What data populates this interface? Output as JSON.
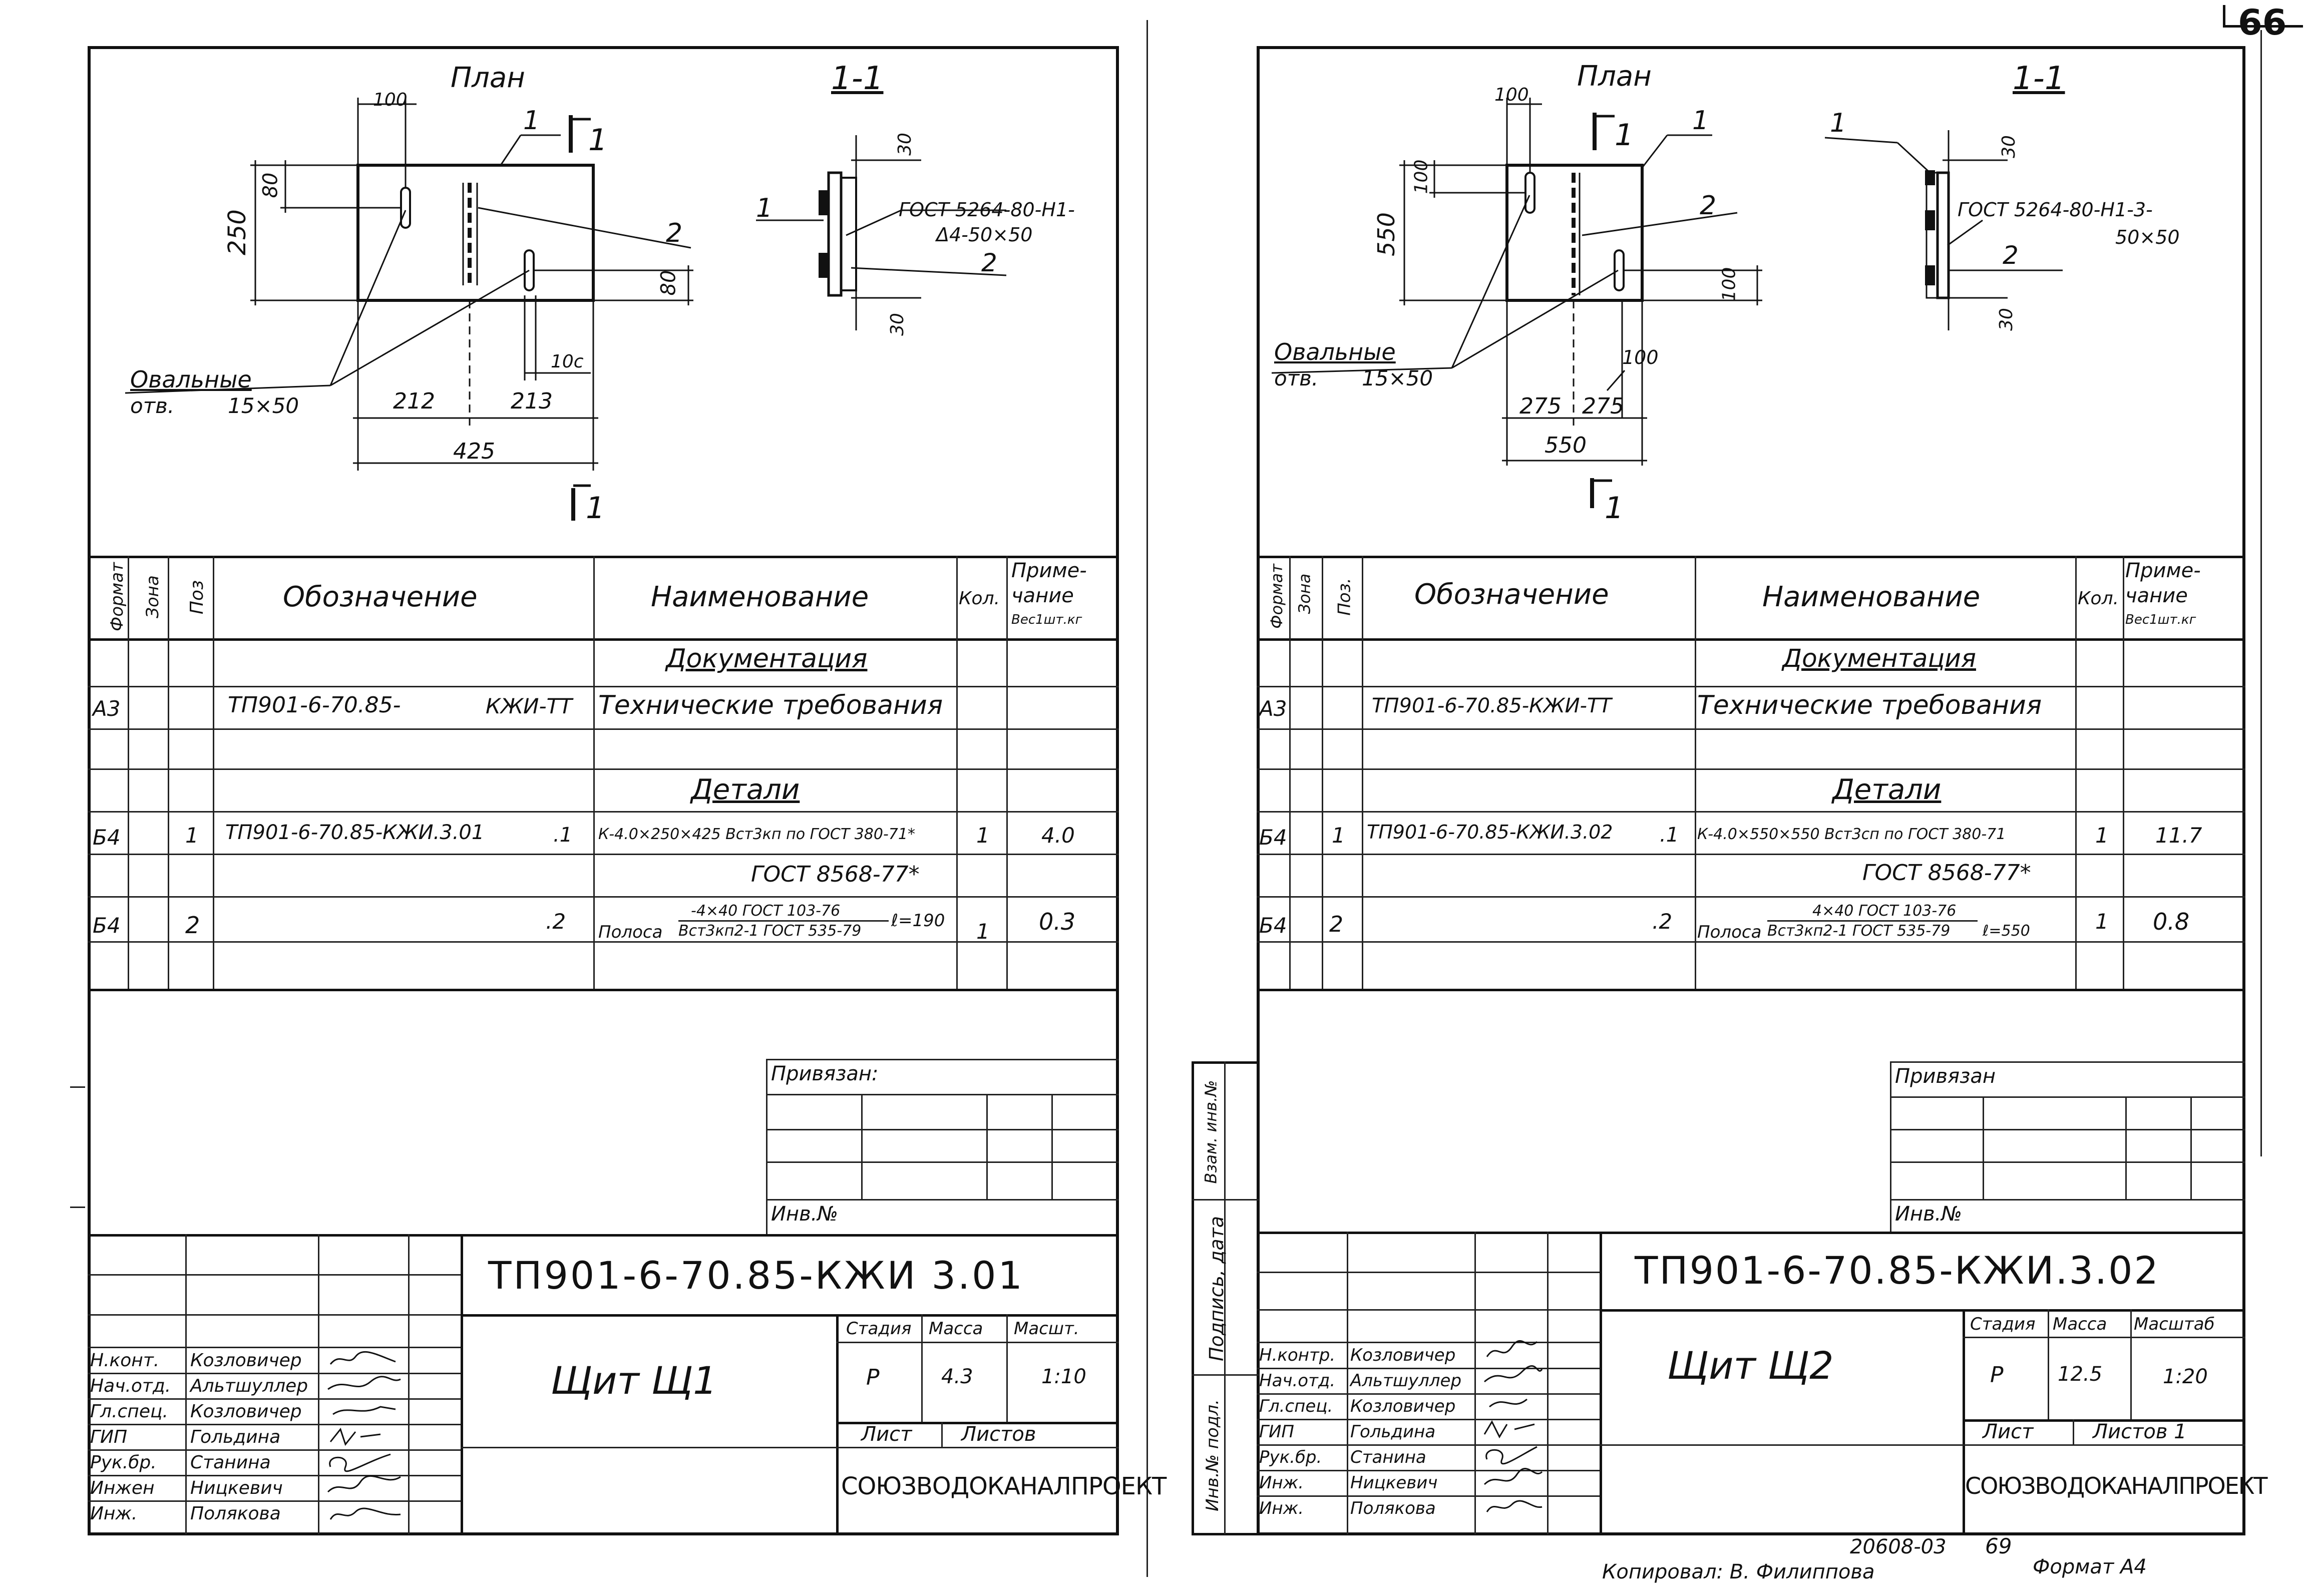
{
  "corner_mark": "66",
  "sheets": [
    {
      "drawing": {
        "plan_title": "План",
        "section_title": "1-1",
        "dims": {
          "d100": "100",
          "d80a": "80",
          "d250": "250",
          "d80b": "80",
          "d100c": "10c",
          "d212": "212",
          "d213": "213",
          "d425": "425",
          "d30a": "30",
          "d30b": "30"
        },
        "cut_mark": "1",
        "pos1": "1",
        "pos2": "2",
        "holes_label": "Овальные",
        "holes_label2": "отв.",
        "holes_size": "15×50",
        "weld_note1": "ГОСТ 5264-80-Н1-",
        "weld_note2": "Δ4-50×50"
      },
      "spec": {
        "headers": {
          "format": "Формат",
          "zone": "Зона",
          "pos": "Поз",
          "designation": "Обозначение",
          "name": "Наименование",
          "qty": "Кол.",
          "note1": "Приме-",
          "note2": "чание",
          "note3": "Вес1шт.кг"
        },
        "sections": {
          "docs": "Документация",
          "parts": "Детали"
        },
        "rows": [
          {
            "format": "А3",
            "pos": "",
            "designation": "ТП901-6-70.85-",
            "designation2": "КЖИ-ТТ",
            "name": "Технические требования",
            "qty": "",
            "note": ""
          },
          {
            "format": "Б4",
            "pos": "1",
            "designation": "ТП901-6-70.85-КЖИ.3.01",
            "designation2": ".1",
            "name": "К-4.0×250×425 Вст3кп по ГОСТ 380-71*",
            "name2": "ГОСТ 8568-77*",
            "qty": "1",
            "note": "4.0"
          },
          {
            "format": "Б4",
            "pos": "2",
            "designation": "",
            "designation2": ".2",
            "name_prefix": "Полоса",
            "name_top": "-4×40 ГОСТ 103-76",
            "name_bottom": "Вст3кп2-1 ГОСТ 535-79",
            "name_suffix": "ℓ=190",
            "qty": "1",
            "note": "0.3"
          }
        ]
      },
      "stamp": {
        "bound_label": "Привязан:",
        "inv_label": "Инв.№",
        "code": "ТП901-6-70.85-КЖИ 3.01",
        "title": "Щит Щ1",
        "stage_label": "Стадия",
        "mass_label": "Масса",
        "scale_label": "Масшт.",
        "stage": "Р",
        "mass": "4.3",
        "scale": "1:10",
        "sheet_label": "Лист",
        "sheets_label": "Листов",
        "org": "СОЮЗВОДОКАНАЛПРОЕКТ",
        "people": [
          {
            "role": "Н.конт.",
            "name": "Козловичер"
          },
          {
            "role": "Нач.отд.",
            "name": "Альтшуллер"
          },
          {
            "role": "Гл.спец.",
            "name": "Козловичер"
          },
          {
            "role": "ГИП",
            "name": "Гольдина"
          },
          {
            "role": "Рук.бр.",
            "name": "Станина"
          },
          {
            "role": "Инжен",
            "name": "Ницкевич"
          },
          {
            "role": "Инж.",
            "name": "Полякова"
          }
        ]
      }
    },
    {
      "drawing": {
        "plan_title": "План",
        "section_title": "1-1",
        "dims": {
          "d100": "100",
          "d100b": "100",
          "d550": "550",
          "d100c": "100",
          "d100d": "100",
          "d275a": "275",
          "d275b": "275",
          "d550b": "550",
          "d30a": "30",
          "d30b": "30"
        },
        "cut_mark": "1",
        "pos1": "1",
        "pos2": "2",
        "holes_label": "Овальные",
        "holes_label2": "отв.",
        "holes_size": "15×50",
        "weld_note1": "ГОСТ 5264-80-Н1-3-",
        "weld_note2": "50×50"
      },
      "spec": {
        "headers": {
          "format": "Формат",
          "zone": "Зона",
          "pos": "Поз.",
          "designation": "Обозначение",
          "name": "Наименование",
          "qty": "Кол.",
          "note1": "Приме-",
          "note2": "чание",
          "note3": "Вес1шт.кг"
        },
        "sections": {
          "docs": "Документация",
          "parts": "Детали"
        },
        "rows": [
          {
            "format": "А3",
            "pos": "",
            "designation": "ТП901-6-70.85-КЖИ-ТТ",
            "name": "Технические требования",
            "qty": "",
            "note": ""
          },
          {
            "format": "Б4",
            "pos": "1",
            "designation": "ТП901-6-70.85-КЖИ.3.02",
            "designation2": ".1",
            "name": "К-4.0×550×550 Вст3сп по ГОСТ 380-71",
            "name2": "ГОСТ 8568-77*",
            "qty": "1",
            "note": "11.7"
          },
          {
            "format": "Б4",
            "pos": "2",
            "designation": "",
            "designation2": ".2",
            "name_prefix": "Полоса",
            "name_top": "4×40 ГОСТ 103-76",
            "name_bottom": "Вст3кп2-1 ГОСТ 535-79",
            "name_suffix": "ℓ=550",
            "qty": "1",
            "note": "0.8"
          }
        ]
      },
      "side": {
        "a": "Инв.№ подл.",
        "b": "Подпись, дата",
        "c": "Взам. инв.№"
      },
      "stamp": {
        "bound_label": "Привязан",
        "inv_label": "Инв.№",
        "code": "ТП901-6-70.85-КЖИ.3.02",
        "title": "Щит Щ2",
        "stage_label": "Стадия",
        "mass_label": "Масса",
        "scale_label": "Масштаб",
        "stage": "Р",
        "mass": "12.5",
        "scale": "1:20",
        "sheet_label": "Лист",
        "sheets_label": "Листов 1",
        "org": "СОЮЗВОДОКАНАЛПРОЕКТ",
        "people": [
          {
            "role": "Н.контр.",
            "name": "Козловичер"
          },
          {
            "role": "Нач.отд.",
            "name": "Альтшуллер"
          },
          {
            "role": "Гл.спец.",
            "name": "Козловичер"
          },
          {
            "role": "ГИП",
            "name": "Гольдина"
          },
          {
            "role": "Рук.бр.",
            "name": "Станина"
          },
          {
            "role": "Инж.",
            "name": "Ницкевич"
          },
          {
            "role": "Инж.",
            "name": "Полякова"
          }
        ]
      },
      "footer": {
        "number": "20608-03",
        "page": "69",
        "copied": "Копировал: В. Филиппова",
        "format": "Формат А4"
      }
    }
  ]
}
